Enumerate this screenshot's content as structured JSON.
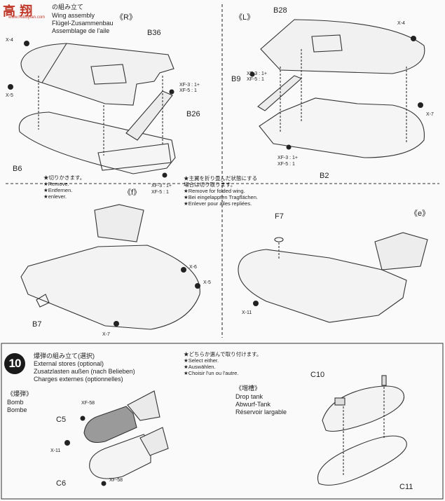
{
  "watermark": {
    "glyphs": "高 翔",
    "url": "www.hobbyfan.com"
  },
  "step9": {
    "title": {
      "jp": "の組み立て",
      "en": "Wing assembly",
      "de": "Flügel-Zusammenbau",
      "fr": "Assemblage de l'aile"
    },
    "panels": {
      "r": "《R》",
      "l": "《L》",
      "f": "《f》",
      "e": "《e》"
    },
    "parts": {
      "b36": "B36",
      "b26": "B26",
      "b6": "B6",
      "b28": "B28",
      "b9": "B9",
      "b2": "B2",
      "b7": "B7",
      "f7": "F7"
    },
    "screws": {
      "x4_r": "X-4",
      "x5_r": "X-5",
      "x4_l": "X-4",
      "x7_l": "X-7",
      "x6_f": "X-6",
      "x5_f": "X-5",
      "x7_f": "X-7",
      "x11_e": "X-11"
    },
    "xf_r_top": {
      "a": "XF-3 : 1+",
      "b": "XF-5 : 1"
    },
    "xf_r_bot": {
      "a": "XF-3 : 1+",
      "b": "XF-5 : 1"
    },
    "xf_l_top": {
      "a": "XF-3 : 1+",
      "b": "XF-5 : 1"
    },
    "xf_l_bot": {
      "a": "XF-3 : 1+",
      "b": "XF-5 : 1"
    },
    "remove_note": {
      "jp": "★切りかきます。",
      "en": "★Remove.",
      "de": "★Entfernen.",
      "fr": "★enlever."
    },
    "fold_note": {
      "jp1": "★主翼を折り畳んだ状態にする",
      "jp2": "場合は切り取ります。",
      "en": "★Remove for folded wing.",
      "de": "★Bei eingelappten Tragflächen.",
      "fr": "★Enlever pour ailes repliées."
    }
  },
  "step10": {
    "number": "10",
    "title": {
      "jp": "爆弾の組み立て(選択)",
      "en": "External stores (optional)",
      "de": "Zusatzlasten außen (nach Belieben)",
      "fr": "Charges externes (optionnelles)"
    },
    "either_note": {
      "jp": "★どちらか選んで取り付けます。",
      "en": "★Select either.",
      "de": "★Auswählen.",
      "fr": "★Choisir l'un ou l'autre."
    },
    "bomb": {
      "jp": "《爆弾》",
      "en": "Bomb",
      "fr": "Bombe"
    },
    "tank": {
      "jp": "《増槽》",
      "en": "Drop tank",
      "de": "Abwurf-Tank",
      "fr": "Réservoir largable"
    },
    "parts": {
      "xf58_a": "XF-58",
      "c5": "C5",
      "x11": "X-11",
      "c6": "C6",
      "xf58_b": "XF-58",
      "c10": "C10",
      "c11": "C11"
    }
  }
}
